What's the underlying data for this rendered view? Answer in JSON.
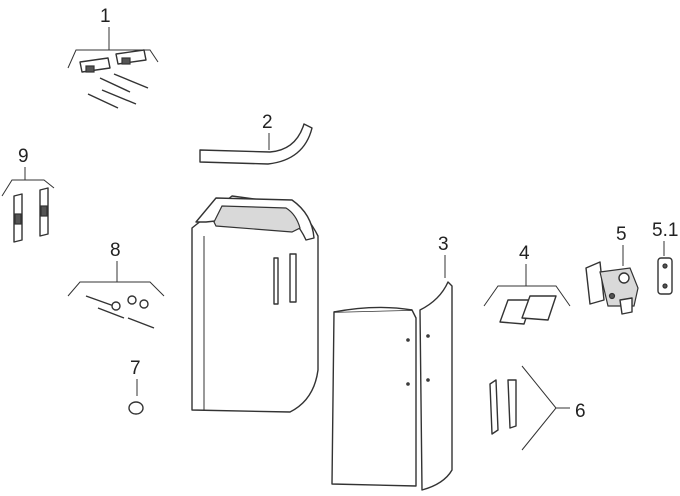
{
  "parts": [
    {
      "id": "p1",
      "label": "1"
    },
    {
      "id": "p2",
      "label": "2"
    },
    {
      "id": "p3",
      "label": "3"
    },
    {
      "id": "p4",
      "label": "4"
    },
    {
      "id": "p5",
      "label": "5"
    },
    {
      "id": "p51",
      "label": "5.1"
    },
    {
      "id": "p6",
      "label": "6"
    },
    {
      "id": "p7",
      "label": "7"
    },
    {
      "id": "p8",
      "label": "8"
    },
    {
      "id": "p9",
      "label": "9"
    }
  ],
  "colors": {
    "line": "#333333",
    "dark_fill": "#555555",
    "light_fill": "#d9d9d9"
  }
}
